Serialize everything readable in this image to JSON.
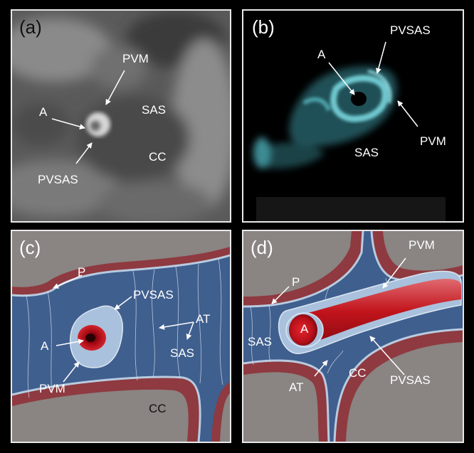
{
  "panels": {
    "a": {
      "tag": "(a)",
      "labels": {
        "pvm": "PVM",
        "a": "A",
        "sas": "SAS",
        "cc": "CC",
        "pvsas": "PVSAS"
      }
    },
    "b": {
      "tag": "(b)",
      "labels": {
        "pvsas": "PVSAS",
        "a": "A",
        "pvm": "PVM",
        "sas": "SAS"
      }
    },
    "c": {
      "tag": "(c)",
      "labels": {
        "p": "P",
        "pvsas": "PVSAS",
        "at": "AT",
        "a": "A",
        "sas": "SAS",
        "pvm": "PVM",
        "cc": "CC"
      }
    },
    "d": {
      "tag": "(d)",
      "labels": {
        "pvm": "PVM",
        "p": "P",
        "sas": "SAS",
        "a": "A",
        "at": "AT",
        "cc": "CC",
        "pvsas": "PVSAS"
      }
    }
  },
  "colors": {
    "frame": "#e8e8e8",
    "csf_blue": "#3f5f8e",
    "tissue_red": "#8e3a40",
    "tissue_grey": "#8a8482",
    "artery_red": "#c4101a",
    "sheath": "#a9c1dc",
    "cyan": "#5fb8c0"
  }
}
